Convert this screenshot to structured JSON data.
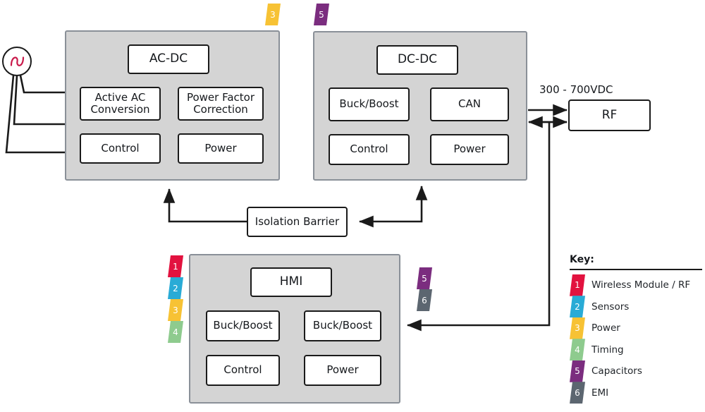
{
  "diagram": {
    "title_text": "",
    "panels": [
      {
        "id": "ac-dc-panel",
        "header": "AC-DC",
        "blocks": [
          "Active AC Conversion",
          "Power Factor Correction",
          "Control",
          "Power"
        ]
      },
      {
        "id": "dc-dc-panel",
        "header": "DC-DC",
        "blocks": [
          "Buck/Boost",
          "CAN",
          "Control",
          "Power"
        ]
      },
      {
        "id": "hmi-panel",
        "header": "HMI",
        "blocks": [
          "Buck/Boost",
          "Buck/Boost",
          "Control",
          "Power"
        ]
      }
    ],
    "ac_dc": {
      "header": "AC-DC",
      "b1": "Active AC",
      "b1b": "Conversion",
      "b2": "Power Factor",
      "b2b": "Correction",
      "b3": "Control",
      "b4": "Power"
    },
    "dc_dc": {
      "header": "DC-DC",
      "b1": "Buck/Boost",
      "b2": "CAN",
      "b3": "Control",
      "b4": "Power"
    },
    "hmi": {
      "header": "HMI",
      "b1": "Buck/Boost",
      "b2": "Buck/Boost",
      "b3": "Control",
      "b4": "Power"
    },
    "isolation_barrier": "Isolation Barrier",
    "rf_block": "RF",
    "bus_label": "300 - 700VDC",
    "ac_source_icon": "ac-sine-source-icon"
  },
  "markers": {
    "top_acdc": {
      "number": "3",
      "color": "#f7c234"
    },
    "top_dcdc": {
      "number": "5",
      "color": "#7b2d7f"
    },
    "hmi_left": [
      {
        "number": "1",
        "color": "#e2123f"
      },
      {
        "number": "2",
        "color": "#29abd6"
      },
      {
        "number": "3",
        "color": "#f7c234"
      },
      {
        "number": "4",
        "color": "#8ecb8e"
      }
    ],
    "hmi_right": [
      {
        "number": "5",
        "color": "#7b2d7f"
      },
      {
        "number": "6",
        "color": "#5c6670"
      }
    ]
  },
  "key": {
    "title": "Key:",
    "items": [
      {
        "number": "1",
        "label": "Wireless Module / RF",
        "color": "#e2123f"
      },
      {
        "number": "2",
        "label": "Sensors",
        "color": "#29abd6"
      },
      {
        "number": "3",
        "label": "Power",
        "color": "#f7c234"
      },
      {
        "number": "4",
        "label": "Timing",
        "color": "#8ecb8e"
      },
      {
        "number": "5",
        "label": "Capacitors",
        "color": "#7b2d7f"
      },
      {
        "number": "6",
        "label": "EMI",
        "color": "#5c6670"
      }
    ]
  },
  "colors": {
    "panel_fill": "#d4d4d4",
    "panel_stroke": "#8a9098",
    "block_stroke": "#1a1a1a",
    "wire": "#1a1a1a",
    "sine_wave": "#c9194a"
  }
}
